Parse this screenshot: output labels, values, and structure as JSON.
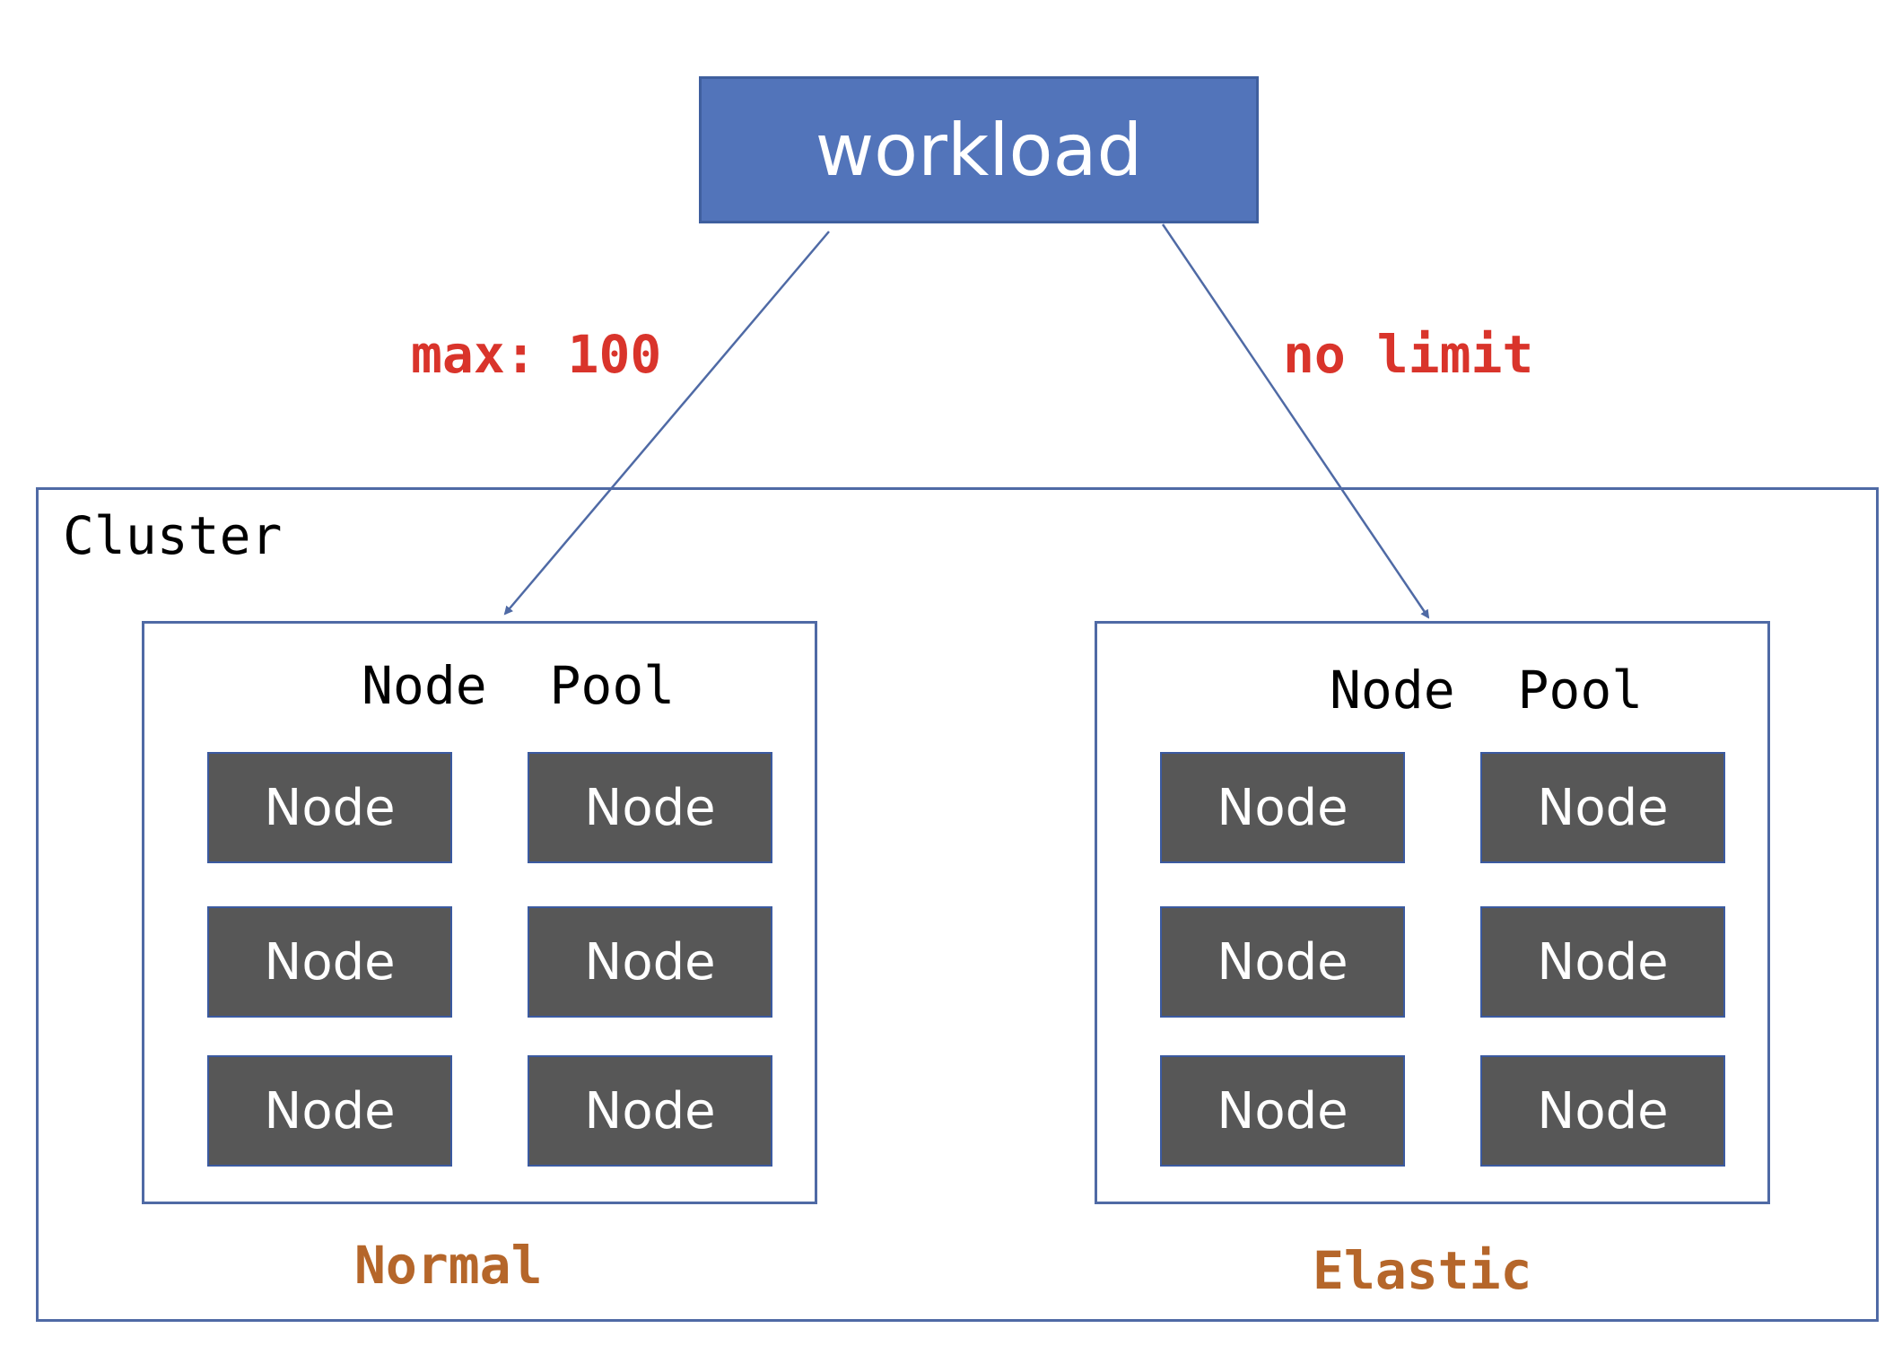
{
  "workload": {
    "label": "workload"
  },
  "edges": {
    "normal_limit": "max: 100",
    "elastic_limit": "no limit"
  },
  "cluster": {
    "label": "Cluster"
  },
  "pools": [
    {
      "title": "Node  Pool",
      "caption": "Normal",
      "nodes": [
        "Node",
        "Node",
        "Node",
        "Node",
        "Node",
        "Node"
      ]
    },
    {
      "title": "Node  Pool",
      "caption": "Elastic",
      "nodes": [
        "Node",
        "Node",
        "Node",
        "Node",
        "Node",
        "Node"
      ]
    }
  ],
  "colors": {
    "workload_fill": "#5274ba",
    "edge_label": "#d9342b",
    "pool_caption": "#b5662a",
    "node_fill": "#575757",
    "border": "#4f6aa5"
  }
}
